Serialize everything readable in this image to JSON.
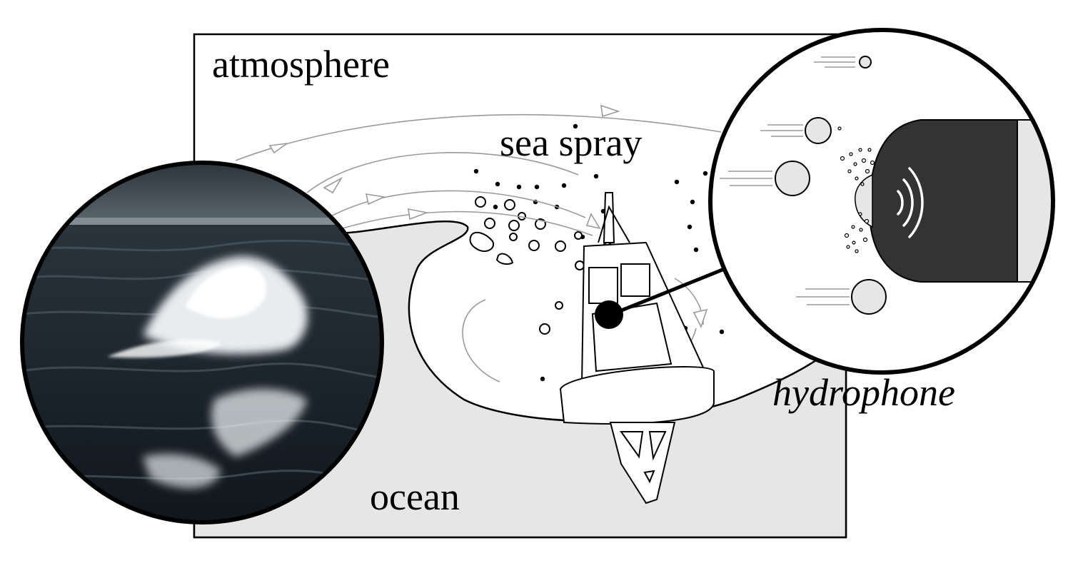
{
  "labels": {
    "atmosphere": "atmosphere",
    "sea_spray": "sea spray",
    "ocean": "ocean",
    "hydrophone": "hydrophone"
  },
  "colors": {
    "ocean_fill": "#e6e6e6",
    "flow_lines": "#9a9a9a",
    "hydrophone_body": "#333333",
    "bubble_fill": "#e6e6e6"
  },
  "icons": {
    "photo": "stormy-sea-photo",
    "buoy": "buoy-icon",
    "hydrophone": "hydrophone-icon",
    "sound_waves": "sound-waves-icon"
  }
}
